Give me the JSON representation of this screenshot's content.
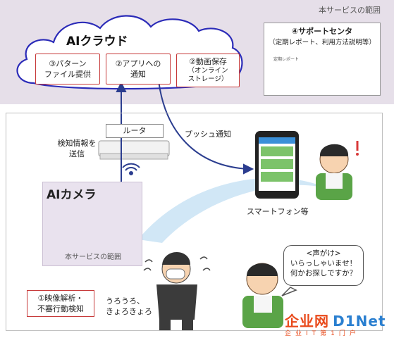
{
  "top": {
    "range_label": "本サービスの範囲",
    "cloud_title": "AIクラウド",
    "box3": {
      "line1": "③パターン",
      "line2": "ファイル提供"
    },
    "box2": {
      "line1": "②アプリへの",
      "line2": "通知"
    },
    "box1": {
      "line1": "②動画保存",
      "line2": "（オンライン",
      "line3": "ストレージ）"
    },
    "support": {
      "title": "④サポートセンタ",
      "subtitle": "（定期レポート、利用方法説明等）",
      "report_label": "定期レポート"
    }
  },
  "router_label": "ルータ",
  "push_label": "プッシュ通知",
  "send_label": {
    "line1": "検知情報を",
    "line2": "送信"
  },
  "camera": {
    "title": "AIカメラ",
    "range_label": "本サービスの範囲"
  },
  "smartphone_label": "スマートフォン等",
  "speech": {
    "line1": "<声がけ>",
    "line2": "いらっしゃいませ！",
    "line3": "何かお探しですか？"
  },
  "detect": {
    "line1": "①映像解析・",
    "line2": "不審行動検知"
  },
  "suspect_text": {
    "line1": "うろうろ、",
    "line2": "きょろきょろ"
  },
  "watermark": {
    "main": "企业网",
    "brand": "D1Net",
    "sub": "企业IT第1门户"
  },
  "colors": {
    "band": "#e6dfe9",
    "accent_red": "#c73a3a",
    "arrow_blue": "#2b3d8f",
    "swoosh": "#cfe6f5"
  }
}
